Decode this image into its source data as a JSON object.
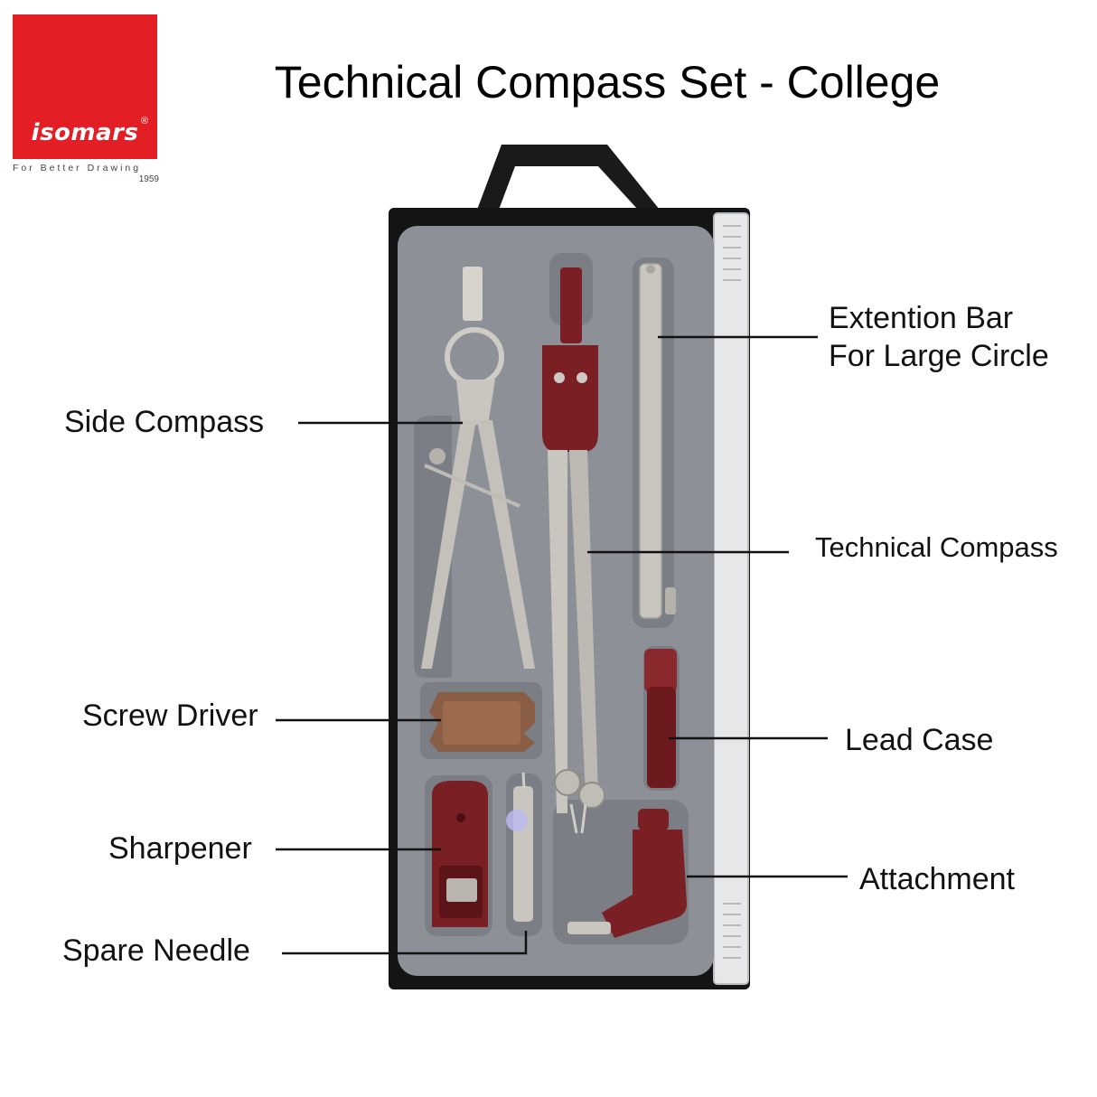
{
  "brand": {
    "name": "isomars",
    "registered": "®",
    "tagline": "For Better Drawing",
    "year": "1959",
    "color": "#e31e24"
  },
  "title": "Technical Compass  Set - College",
  "labels": {
    "extension_bar_line1": "Extention Bar",
    "extension_bar_line2": "For Large Circle",
    "side_compass": "Side Compass",
    "technical_compass": "Technical Compass",
    "screw_driver": "Screw Driver",
    "lead_case": "Lead Case",
    "sharpener": "Sharpener",
    "attachment": "Attachment",
    "spare_needle": "Spare Needle"
  },
  "colors": {
    "case_frame": "#111111",
    "tray": "#8d9097",
    "metal": "#c9c6bf",
    "maroon": "#7a1f24"
  }
}
